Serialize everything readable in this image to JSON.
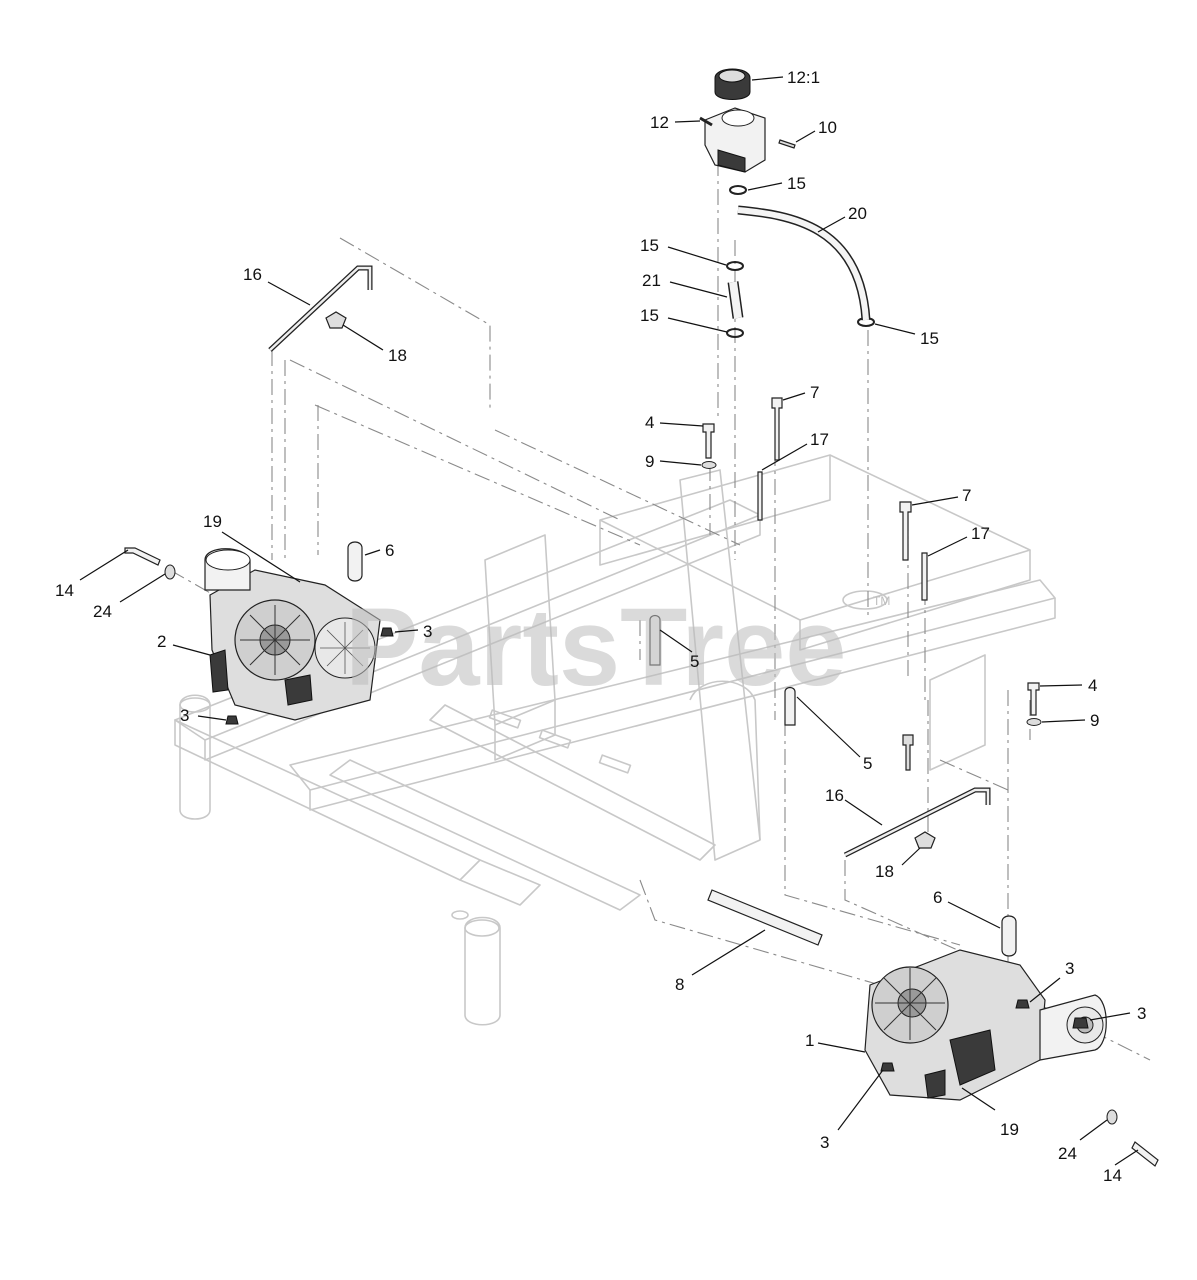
{
  "watermark": "PartsTree",
  "trademark": "TM",
  "callouts": [
    {
      "id": "c-12-1",
      "label": "12:1"
    },
    {
      "id": "c-12",
      "label": "12"
    },
    {
      "id": "c-10",
      "label": "10"
    },
    {
      "id": "c-15a",
      "label": "15"
    },
    {
      "id": "c-20",
      "label": "20"
    },
    {
      "id": "c-15b",
      "label": "15"
    },
    {
      "id": "c-21",
      "label": "21"
    },
    {
      "id": "c-15c",
      "label": "15"
    },
    {
      "id": "c-15d",
      "label": "15"
    },
    {
      "id": "c-16a",
      "label": "16"
    },
    {
      "id": "c-18a",
      "label": "18"
    },
    {
      "id": "c-7a",
      "label": "7"
    },
    {
      "id": "c-4a",
      "label": "4"
    },
    {
      "id": "c-17a",
      "label": "17"
    },
    {
      "id": "c-9a",
      "label": "9"
    },
    {
      "id": "c-7b",
      "label": "7"
    },
    {
      "id": "c-17b",
      "label": "17"
    },
    {
      "id": "c-19a",
      "label": "19"
    },
    {
      "id": "c-6a",
      "label": "6"
    },
    {
      "id": "c-14a",
      "label": "14"
    },
    {
      "id": "c-24a",
      "label": "24"
    },
    {
      "id": "c-3a",
      "label": "3"
    },
    {
      "id": "c-2",
      "label": "2"
    },
    {
      "id": "c-5a",
      "label": "5"
    },
    {
      "id": "c-3b",
      "label": "3"
    },
    {
      "id": "c-4b",
      "label": "4"
    },
    {
      "id": "c-9b",
      "label": "9"
    },
    {
      "id": "c-5b",
      "label": "5"
    },
    {
      "id": "c-16b",
      "label": "16"
    },
    {
      "id": "c-18b",
      "label": "18"
    },
    {
      "id": "c-6b",
      "label": "6"
    },
    {
      "id": "c-8",
      "label": "8"
    },
    {
      "id": "c-3c",
      "label": "3"
    },
    {
      "id": "c-3d",
      "label": "3"
    },
    {
      "id": "c-1",
      "label": "1"
    },
    {
      "id": "c-19b",
      "label": "19"
    },
    {
      "id": "c-3e",
      "label": "3"
    },
    {
      "id": "c-24b",
      "label": "24"
    },
    {
      "id": "c-14b",
      "label": "14"
    }
  ]
}
